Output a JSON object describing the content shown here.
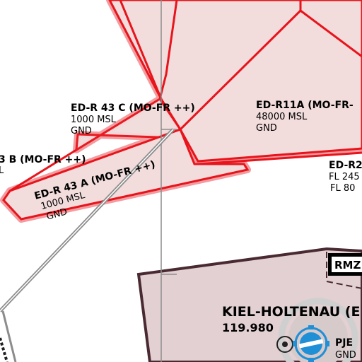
{
  "colors": {
    "restricted_fill": "#f2dcdc",
    "restricted_stroke": "#e8141c",
    "restricted_halo": "#f08b8f",
    "airfield_fill": "#e2d0d2",
    "airfield_border": "#4a2a32",
    "line_gray": "#8c8c8c",
    "fis_blue": "#1f8fd6"
  },
  "areas": {
    "r43c": {
      "name": "ED-R 43 C (MO-FR ++)",
      "upper": "1000 MSL",
      "lower": "GND"
    },
    "r43b": {
      "name": "3 B (MO-FR ++)",
      "upper": "L"
    },
    "r43a": {
      "name": "ED-R 43 A (MO-FR ++)",
      "upper": "1000 MSL",
      "lower": "GND"
    },
    "r11a": {
      "name": "ED-R11A (MO-FR-",
      "upper": "48000 MSL",
      "lower": "GND"
    },
    "r2": {
      "name": "ED-R2",
      "upper": "FL 245",
      "lower": "FL 80"
    }
  },
  "airport": {
    "name": "KIEL-HOLTENAU (E",
    "freq": "119.980",
    "rmz": "RMZ",
    "pje": "PJE",
    "pje_lower": "GND"
  }
}
